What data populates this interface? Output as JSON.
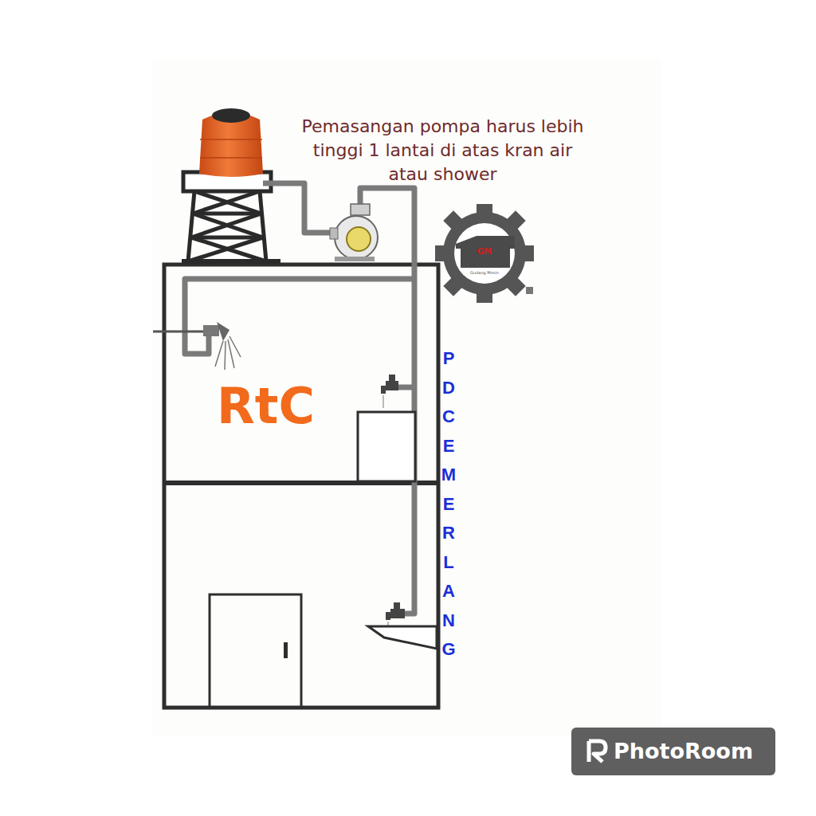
{
  "diagram": {
    "labels": [
      "Pemasangan pompa harus lebih tinggi 1 lantai di atas kran air atau shower",
      "RtC",
      "PDCEMERLANG",
      "GM",
      "Gudang Mesin",
      "PhotoRoom"
    ]
  }
}
